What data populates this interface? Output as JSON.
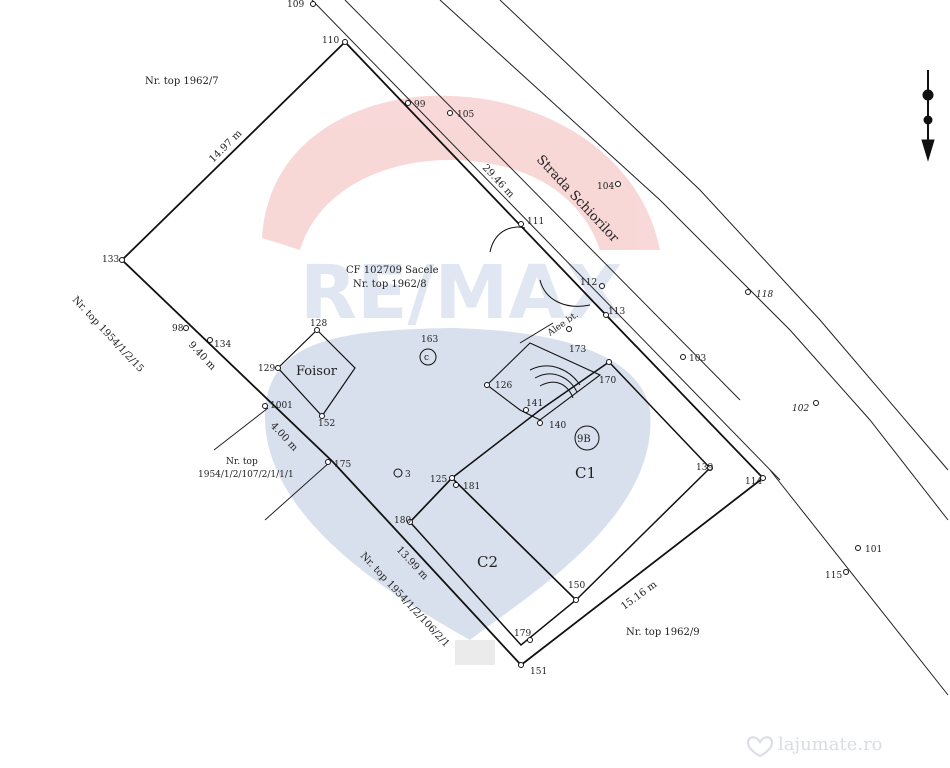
{
  "watermark": {
    "brand": "RE/MAX",
    "site": "lajumate.ro",
    "colors": {
      "red": "#f3b8b8",
      "blue": "#b9c7df",
      "text": "#d9dde3"
    }
  },
  "plot": {
    "cf": "CF 102709 Sacele",
    "top": "Nr. top 1962/8",
    "house_number": "9B",
    "pavilion": "Foisor",
    "alley": "Alee bt.",
    "buildings": {
      "c1": "C1",
      "c2": "C2"
    }
  },
  "neighbors": {
    "north": "Nr. top 1962/7",
    "west": "Nr. top 1954/1/2/15",
    "southwest_line1": "Nr. top",
    "southwest_line2": "1954/1/2/107/2/1/1/1",
    "south": "Nr. top 1954/1/2/106/2/1",
    "southeast": "Nr. top 1962/9"
  },
  "street": "Strada Schiorilor",
  "dimensions": {
    "nw": "14.97 m",
    "ne": "29.46 m",
    "w": "9.40 m",
    "w2": "4.00 m",
    "sw": "13.99 m",
    "se": "15.16 m"
  },
  "points": {
    "p109": "109",
    "p110": "110",
    "p99": "99",
    "p105": "105",
    "p104": "104",
    "p111": "111",
    "p112": "112",
    "p113": "113",
    "p118": "118",
    "p133": "133",
    "p98": "98",
    "p134": "134",
    "p128": "128",
    "p129": "129",
    "p152": "152",
    "p163": "163",
    "p1001": "1001",
    "p175": "175",
    "p3": "3",
    "p173": "173",
    "p170": "170",
    "p126": "126",
    "p141": "141",
    "p140": "140",
    "p103": "103",
    "p102": "102",
    "p139": "139",
    "p114": "114",
    "p125": "125",
    "p181": "181",
    "p180": "180",
    "p150": "150",
    "p101": "101",
    "p115": "115",
    "p179": "179",
    "p151": "151"
  }
}
